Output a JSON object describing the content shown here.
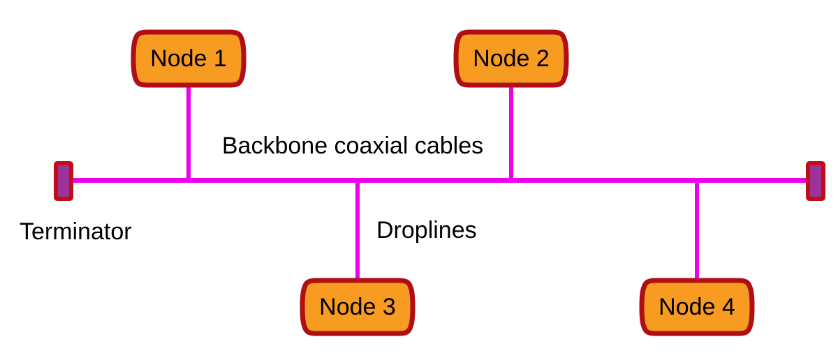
{
  "diagram": {
    "backbone_label": "Backbone coaxial cables",
    "droplines_label": "Droplines",
    "terminator_label": "Terminator"
  },
  "nodes": [
    {
      "label": "Node 1"
    },
    {
      "label": "Node 2"
    },
    {
      "label": "Node 3"
    },
    {
      "label": "Node 4"
    }
  ],
  "terminators": [
    {
      "position": "left"
    },
    {
      "position": "right"
    }
  ],
  "colors": {
    "node_fill": "#F89B21",
    "node_border": "#AF0E13",
    "cable": "#EE00EE",
    "terminator_fill": "#9B3398",
    "terminator_border": "#C00D1C",
    "text": "#000000",
    "background": "#FFFFFF"
  }
}
